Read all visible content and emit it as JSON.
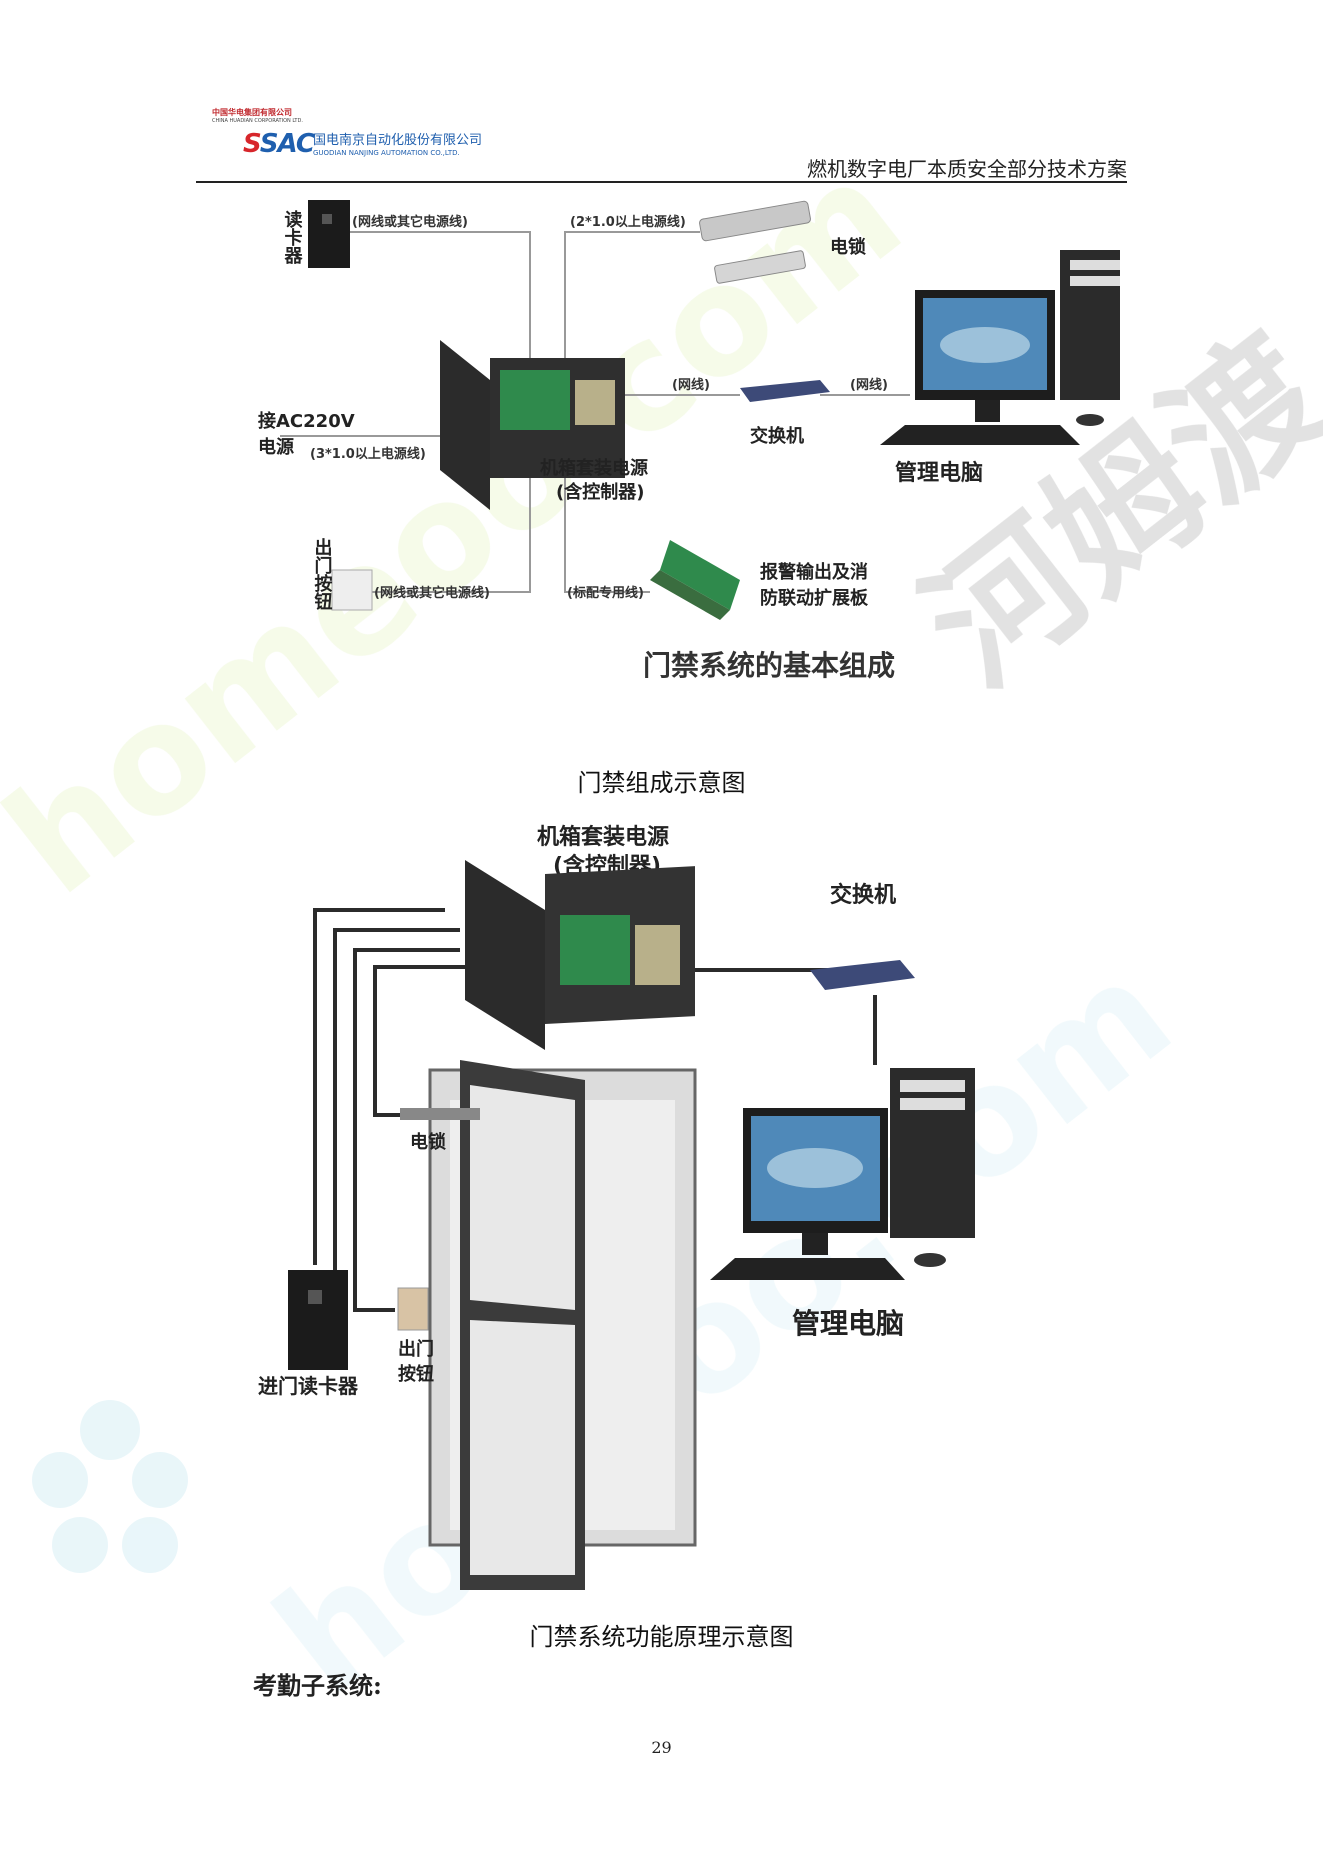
{
  "header": {
    "group_name_cn": "中国华电集团有限公司",
    "group_name_en": "CHINA HUADIAN CORPORATION LTD.",
    "logo_text": "SAC",
    "company_cn": "国电南京自动化股份有限公司",
    "company_en": "GUODIAN NANJING AUTOMATION CO.,LTD.",
    "doc_title": "燃机数字电厂本质安全部分技术方案"
  },
  "diagram1": {
    "card_reader": "读卡器",
    "line_net_other_1": "(网线或其它电源线)",
    "line_power_2x": "(2*1.0以上电源线)",
    "elock": "电锁",
    "line_net_1": "(网线)",
    "line_net_2": "(网线)",
    "switch": "交换机",
    "ac_power_1": "接AC220V",
    "ac_power_2": "电源",
    "line_power_3x": "(3*1.0以上电源线)",
    "cabinet_1": "机箱套装电源",
    "cabinet_2": "(含控制器)",
    "pc": "管理电脑",
    "exit_button": "出门按钮",
    "line_net_other_2": "(网线或其它电源线)",
    "line_standard": "(标配专用线)",
    "alarm_1": "报警输出及消",
    "alarm_2": "防联动扩展板",
    "title": "门禁系统的基本组成"
  },
  "caption1": "门禁组成示意图",
  "diagram2": {
    "cabinet_1": "机箱套装电源",
    "cabinet_2": "(含控制器)",
    "switch": "交换机",
    "elock": "电锁",
    "pc": "管理电脑",
    "reader": "进门读卡器",
    "exit_button_1": "出门",
    "exit_button_2": "按钮"
  },
  "caption2": "门禁系统功能原理示意图",
  "section_heading": "考勤子系统:",
  "page_number": "29",
  "watermark": {
    "brand_cn": "河姆渡",
    "brand_en": "homeoo.com"
  },
  "colors": {
    "logo_blue": "#1f5fae",
    "logo_red": "#d7262b",
    "watermark_green": "#e8f6c8",
    "watermark_cyan": "#dff3f7",
    "watermark_gray": "#d8d8d8"
  }
}
